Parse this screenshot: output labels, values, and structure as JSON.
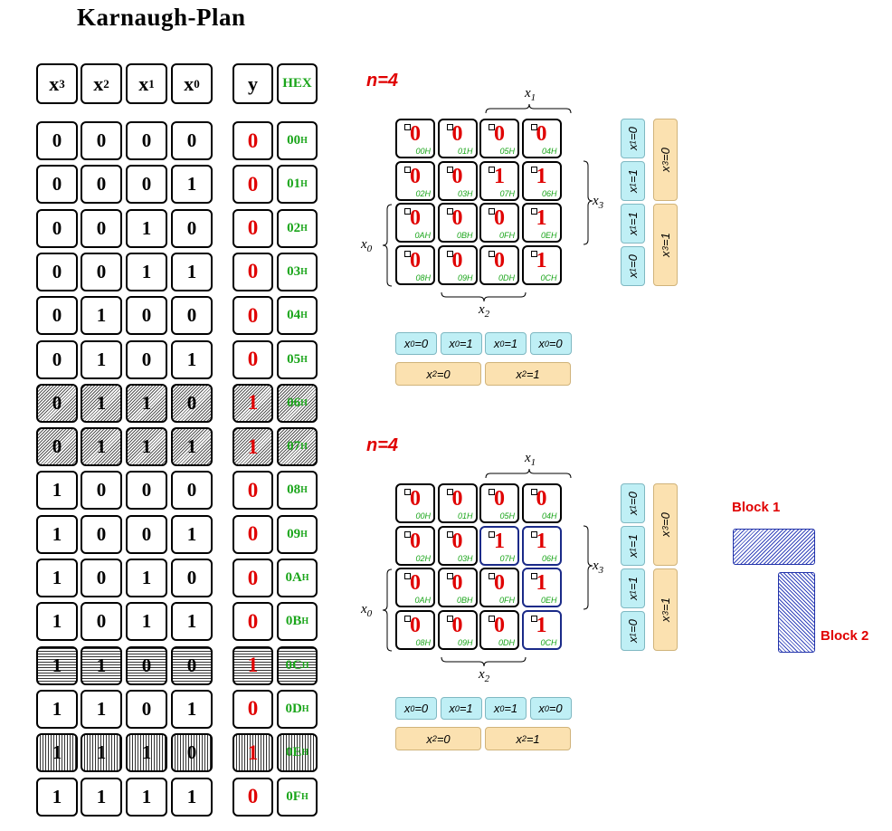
{
  "title": "Karnaugh-Plan",
  "table": {
    "headers": {
      "x3": "x",
      "x3s": "3",
      "x2": "x",
      "x2s": "2",
      "x1": "x",
      "x1s": "1",
      "x0": "x",
      "x0s": "0",
      "y": "y",
      "hex": "HEX"
    },
    "rows": [
      {
        "x3": "0",
        "x2": "0",
        "x1": "0",
        "x0": "0",
        "y": "0",
        "hex": "00",
        "pat": ""
      },
      {
        "x3": "0",
        "x2": "0",
        "x1": "0",
        "x0": "1",
        "y": "0",
        "hex": "01",
        "pat": ""
      },
      {
        "x3": "0",
        "x2": "0",
        "x1": "1",
        "x0": "0",
        "y": "0",
        "hex": "02",
        "pat": ""
      },
      {
        "x3": "0",
        "x2": "0",
        "x1": "1",
        "x0": "1",
        "y": "0",
        "hex": "03",
        "pat": ""
      },
      {
        "x3": "0",
        "x2": "1",
        "x1": "0",
        "x0": "0",
        "y": "0",
        "hex": "04",
        "pat": ""
      },
      {
        "x3": "0",
        "x2": "1",
        "x1": "0",
        "x0": "1",
        "y": "0",
        "hex": "05",
        "pat": ""
      },
      {
        "x3": "0",
        "x2": "1",
        "x1": "1",
        "x0": "0",
        "y": "1",
        "hex": "06",
        "pat": "diag"
      },
      {
        "x3": "0",
        "x2": "1",
        "x1": "1",
        "x0": "1",
        "y": "1",
        "hex": "07",
        "pat": "diag"
      },
      {
        "x3": "1",
        "x2": "0",
        "x1": "0",
        "x0": "0",
        "y": "0",
        "hex": "08",
        "pat": ""
      },
      {
        "x3": "1",
        "x2": "0",
        "x1": "0",
        "x0": "1",
        "y": "0",
        "hex": "09",
        "pat": ""
      },
      {
        "x3": "1",
        "x2": "0",
        "x1": "1",
        "x0": "0",
        "y": "0",
        "hex": "0A",
        "pat": ""
      },
      {
        "x3": "1",
        "x2": "0",
        "x1": "1",
        "x0": "1",
        "y": "0",
        "hex": "0B",
        "pat": ""
      },
      {
        "x3": "1",
        "x2": "1",
        "x1": "0",
        "x0": "0",
        "y": "1",
        "hex": "0C",
        "pat": "horz"
      },
      {
        "x3": "1",
        "x2": "1",
        "x1": "0",
        "x0": "1",
        "y": "0",
        "hex": "0D",
        "pat": ""
      },
      {
        "x3": "1",
        "x2": "1",
        "x1": "1",
        "x0": "0",
        "y": "1",
        "hex": "0E",
        "pat": "vert"
      },
      {
        "x3": "1",
        "x2": "1",
        "x1": "1",
        "x0": "1",
        "y": "0",
        "hex": "0F",
        "pat": ""
      }
    ],
    "hex_suffix": "H"
  },
  "kmap1": {
    "label": "n=4",
    "cells": [
      [
        {
          "v": "0",
          "h": "00H",
          "p": ""
        },
        {
          "v": "0",
          "h": "01H",
          "p": ""
        },
        {
          "v": "0",
          "h": "05H",
          "p": ""
        },
        {
          "v": "0",
          "h": "04H",
          "p": ""
        }
      ],
      [
        {
          "v": "0",
          "h": "02H",
          "p": ""
        },
        {
          "v": "0",
          "h": "03H",
          "p": ""
        },
        {
          "v": "1",
          "h": "07H",
          "p": "diag"
        },
        {
          "v": "1",
          "h": "06H",
          "p": "diag"
        }
      ],
      [
        {
          "v": "0",
          "h": "0AH",
          "p": ""
        },
        {
          "v": "0",
          "h": "0BH",
          "p": ""
        },
        {
          "v": "0",
          "h": "0FH",
          "p": ""
        },
        {
          "v": "1",
          "h": "0EH",
          "p": "vert"
        }
      ],
      [
        {
          "v": "0",
          "h": "08H",
          "p": ""
        },
        {
          "v": "0",
          "h": "09H",
          "p": ""
        },
        {
          "v": "0",
          "h": "0DH",
          "p": ""
        },
        {
          "v": "1",
          "h": "0CH",
          "p": "horz"
        }
      ]
    ]
  },
  "kmap2": {
    "label": "n=4",
    "cells": [
      [
        {
          "v": "0",
          "h": "00H",
          "p": ""
        },
        {
          "v": "0",
          "h": "01H",
          "p": ""
        },
        {
          "v": "0",
          "h": "05H",
          "p": ""
        },
        {
          "v": "0",
          "h": "04H",
          "p": ""
        }
      ],
      [
        {
          "v": "0",
          "h": "02H",
          "p": ""
        },
        {
          "v": "0",
          "h": "03H",
          "p": ""
        },
        {
          "v": "1",
          "h": "07H",
          "p": "blue"
        },
        {
          "v": "1",
          "h": "06H",
          "p": "blue"
        }
      ],
      [
        {
          "v": "0",
          "h": "0AH",
          "p": ""
        },
        {
          "v": "0",
          "h": "0BH",
          "p": ""
        },
        {
          "v": "0",
          "h": "0FH",
          "p": ""
        },
        {
          "v": "1",
          "h": "0EH",
          "p": "blue"
        }
      ],
      [
        {
          "v": "0",
          "h": "08H",
          "p": ""
        },
        {
          "v": "0",
          "h": "09H",
          "p": ""
        },
        {
          "v": "0",
          "h": "0DH",
          "p": ""
        },
        {
          "v": "1",
          "h": "0CH",
          "p": "blue"
        }
      ]
    ]
  },
  "labels": {
    "x1": "x",
    "x1s": "1",
    "x2": "x",
    "x2s": "2",
    "x3": "x",
    "x3s": "3",
    "x0": "x",
    "x0s": "0",
    "col_x0": [
      "x0=0",
      "x0=1",
      "x0=1",
      "x0=0"
    ],
    "col_x2": [
      "x2=0",
      "x2=1"
    ],
    "row_x1": [
      "x1=0",
      "x1=1",
      "x1=1",
      "x1=0"
    ],
    "row_x3": [
      "x3=0",
      "x3=1"
    ]
  },
  "blocks": {
    "block1": "Block 1",
    "block2": "Block 2"
  },
  "colors": {
    "red": "#e00000",
    "green": "#1aa51a",
    "cyan": "#bfeff5",
    "tan": "#fbe1b0",
    "blue": "#3344bb"
  }
}
